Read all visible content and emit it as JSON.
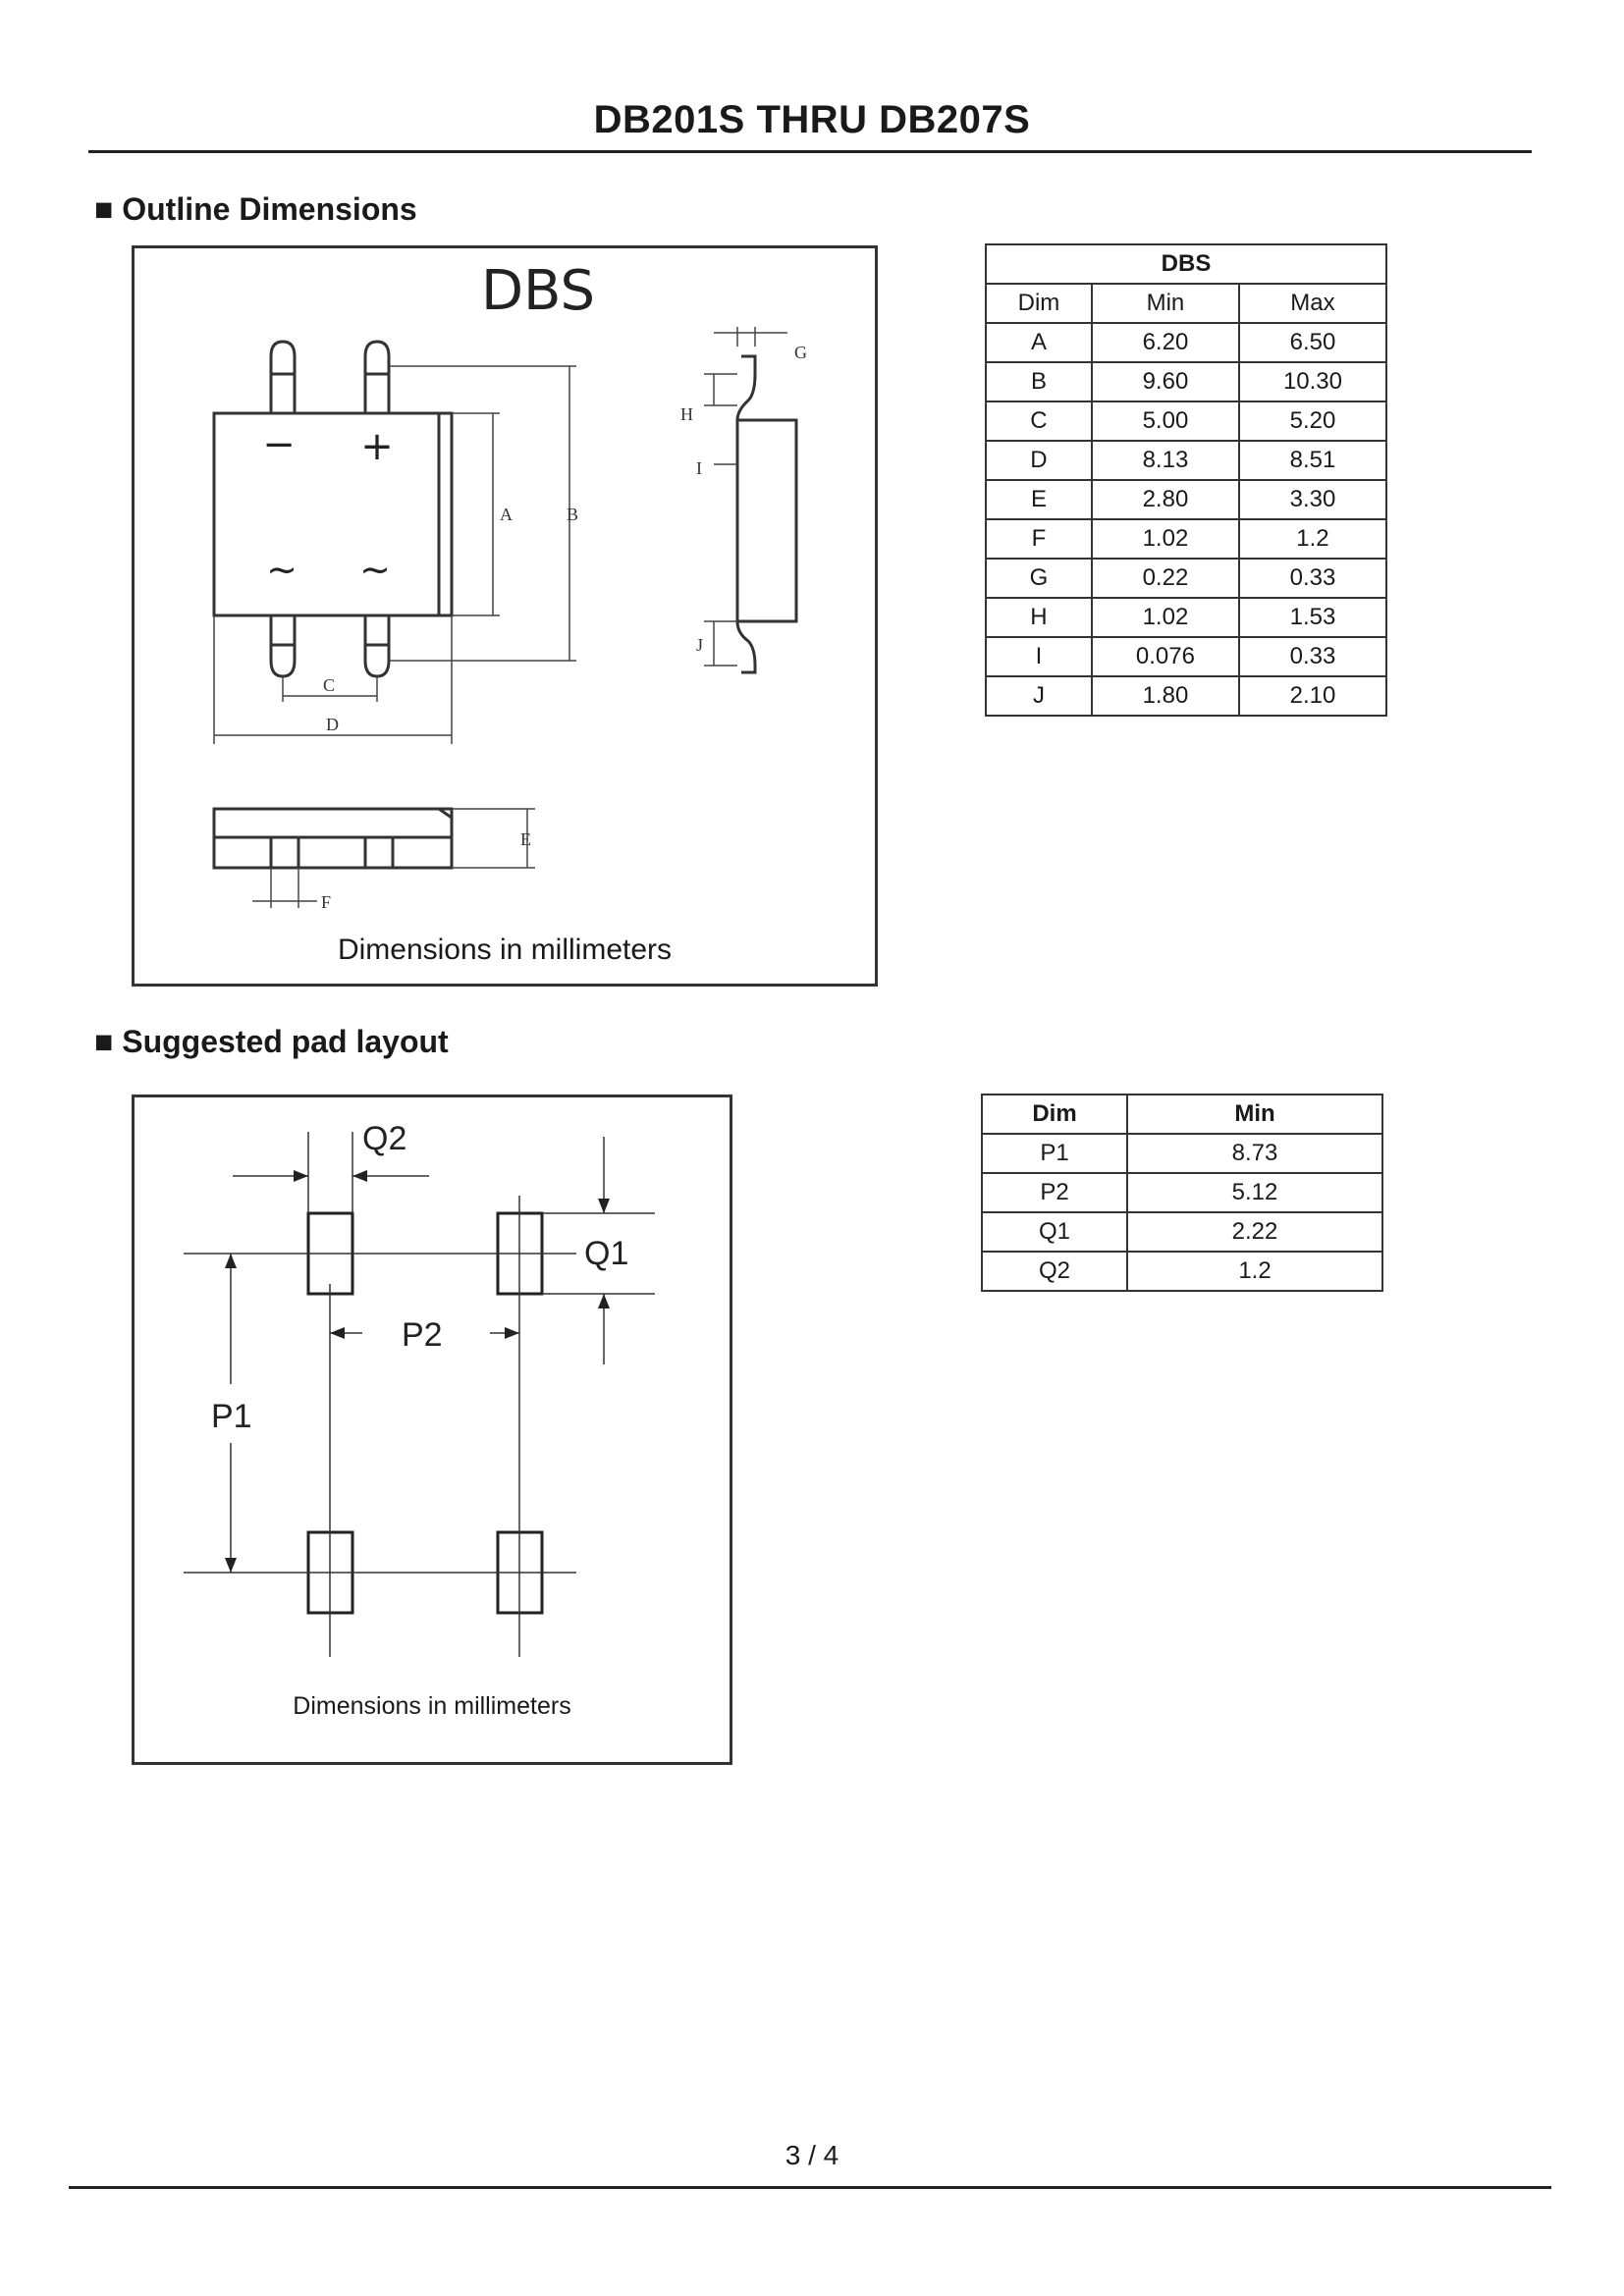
{
  "header": {
    "title": "DB201S THRU DB207S"
  },
  "outline": {
    "heading": "■ Outline Dimensions",
    "package_label": "DBS",
    "caption": "Dimensions in millimeters",
    "pin_symbols": [
      "−",
      "+",
      "~",
      "~"
    ],
    "dim_letters": {
      "A": "A",
      "B": "B",
      "C": "C",
      "D": "D",
      "E": "E",
      "F": "F",
      "G": "G",
      "H": "H",
      "I": "I",
      "J": "J"
    }
  },
  "outline_table": {
    "group": "DBS",
    "columns": [
      "Dim",
      "Min",
      "Max"
    ],
    "rows": [
      [
        "A",
        "6.20",
        "6.50"
      ],
      [
        "B",
        "9.60",
        "10.30"
      ],
      [
        "C",
        "5.00",
        "5.20"
      ],
      [
        "D",
        "8.13",
        "8.51"
      ],
      [
        "E",
        "2.80",
        "3.30"
      ],
      [
        "F",
        "1.02",
        "1.2"
      ],
      [
        "G",
        "0.22",
        "0.33"
      ],
      [
        "H",
        "1.02",
        "1.53"
      ],
      [
        "I",
        "0.076",
        "0.33"
      ],
      [
        "J",
        "1.80",
        "2.10"
      ]
    ]
  },
  "pad": {
    "heading": "■ Suggested pad layout",
    "caption": "Dimensions in millimeters",
    "labels": {
      "Q2": "Q2",
      "Q1": "Q1",
      "P2": "P2",
      "P1": "P1"
    }
  },
  "pad_table": {
    "columns": [
      "Dim",
      "Min"
    ],
    "rows": [
      [
        "P1",
        "8.73"
      ],
      [
        "P2",
        "5.12"
      ],
      [
        "Q1",
        "2.22"
      ],
      [
        "Q2",
        "1.2"
      ]
    ]
  },
  "footer": {
    "page": "3 / 4"
  }
}
